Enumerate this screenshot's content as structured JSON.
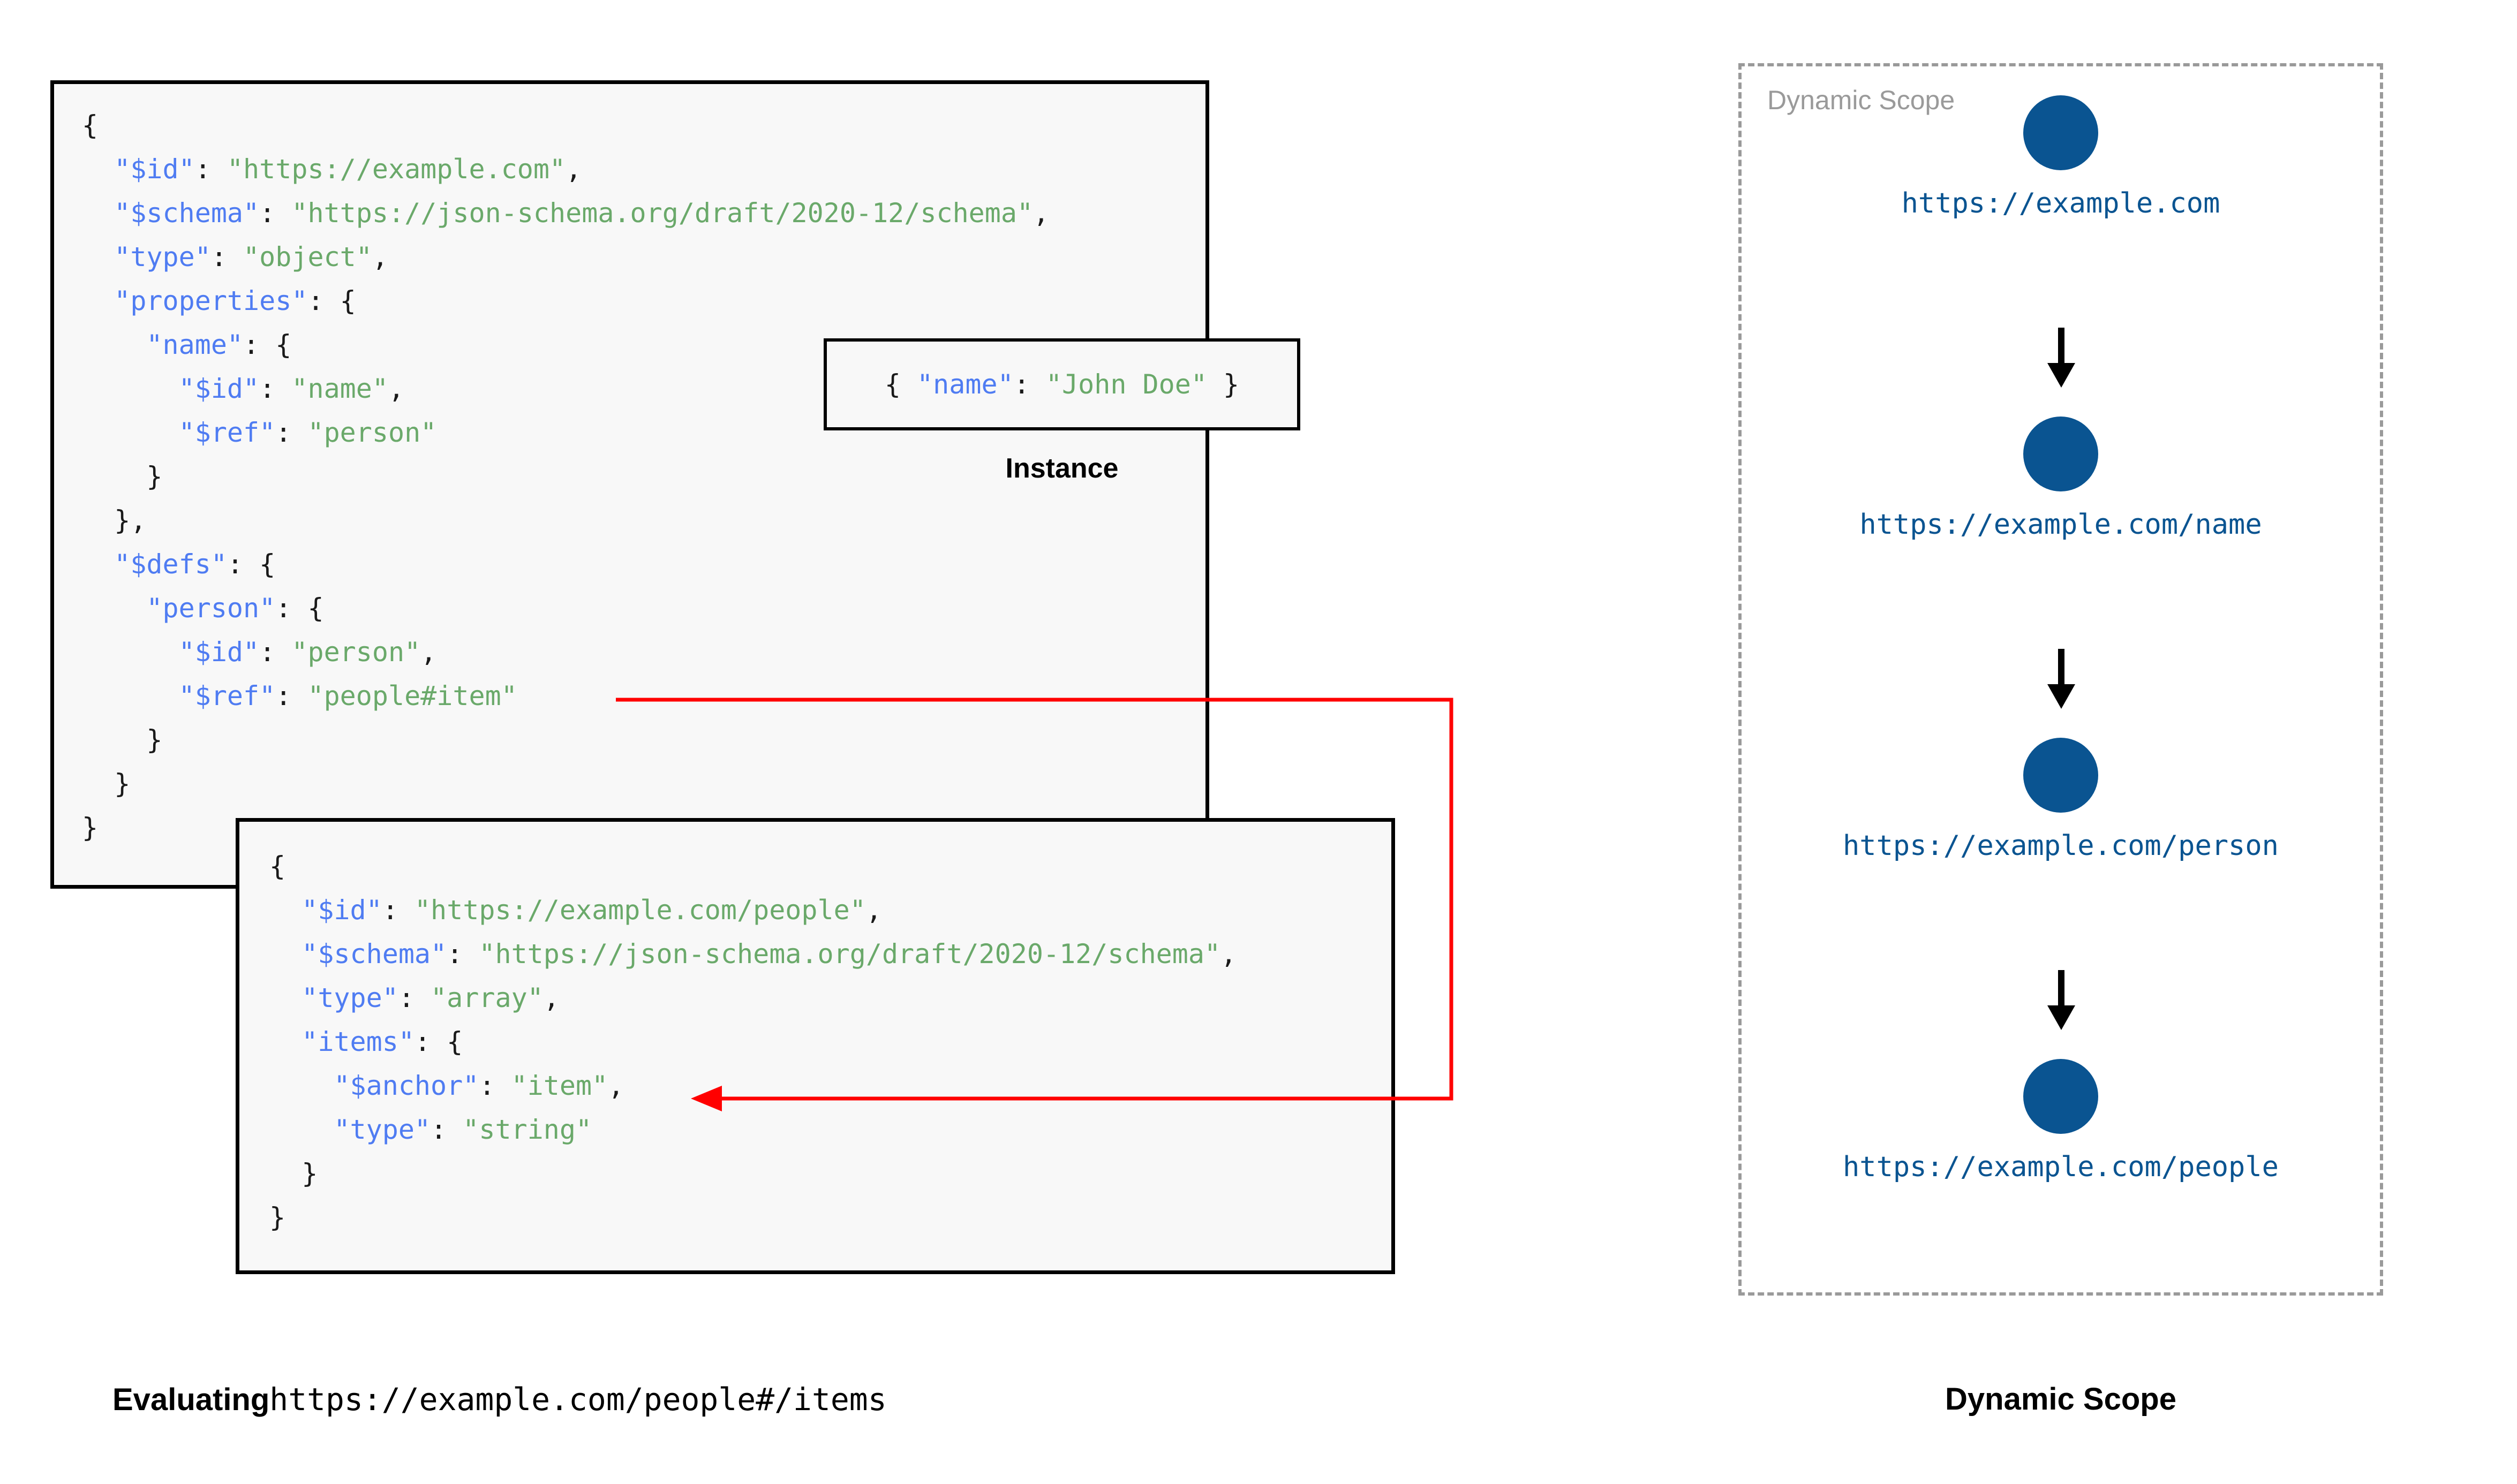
{
  "diagram": {
    "title": "JSON Schema dynamic scope evaluation"
  },
  "schema_box": {
    "name": "root-schema",
    "lines": [
      {
        "indent": 0,
        "tokens": [
          {
            "t": "p",
            "v": "{"
          }
        ]
      },
      {
        "indent": 1,
        "tokens": [
          {
            "t": "k",
            "v": "\"$id\""
          },
          {
            "t": "p",
            "v": ": "
          },
          {
            "t": "s",
            "v": "\"https://example.com\""
          },
          {
            "t": "p",
            "v": ","
          }
        ]
      },
      {
        "indent": 1,
        "tokens": [
          {
            "t": "k",
            "v": "\"$schema\""
          },
          {
            "t": "p",
            "v": ": "
          },
          {
            "t": "s",
            "v": "\"https://json-schema.org/draft/2020-12/schema\""
          },
          {
            "t": "p",
            "v": ","
          }
        ]
      },
      {
        "indent": 1,
        "tokens": [
          {
            "t": "k",
            "v": "\"type\""
          },
          {
            "t": "p",
            "v": ": "
          },
          {
            "t": "s",
            "v": "\"object\""
          },
          {
            "t": "p",
            "v": ","
          }
        ]
      },
      {
        "indent": 1,
        "tokens": [
          {
            "t": "k",
            "v": "\"properties\""
          },
          {
            "t": "p",
            "v": ": {"
          }
        ]
      },
      {
        "indent": 2,
        "tokens": [
          {
            "t": "k",
            "v": "\"name\""
          },
          {
            "t": "p",
            "v": ": {"
          }
        ]
      },
      {
        "indent": 3,
        "tokens": [
          {
            "t": "k",
            "v": "\"$id\""
          },
          {
            "t": "p",
            "v": ": "
          },
          {
            "t": "s",
            "v": "\"name\""
          },
          {
            "t": "p",
            "v": ","
          }
        ]
      },
      {
        "indent": 3,
        "tokens": [
          {
            "t": "k",
            "v": "\"$ref\""
          },
          {
            "t": "p",
            "v": ": "
          },
          {
            "t": "s",
            "v": "\"person\""
          }
        ]
      },
      {
        "indent": 2,
        "tokens": [
          {
            "t": "p",
            "v": "}"
          }
        ]
      },
      {
        "indent": 1,
        "tokens": [
          {
            "t": "p",
            "v": "},"
          }
        ]
      },
      {
        "indent": 1,
        "tokens": [
          {
            "t": "k",
            "v": "\"$defs\""
          },
          {
            "t": "p",
            "v": ": {"
          }
        ]
      },
      {
        "indent": 2,
        "tokens": [
          {
            "t": "k",
            "v": "\"person\""
          },
          {
            "t": "p",
            "v": ": {"
          }
        ]
      },
      {
        "indent": 3,
        "tokens": [
          {
            "t": "k",
            "v": "\"$id\""
          },
          {
            "t": "p",
            "v": ": "
          },
          {
            "t": "s",
            "v": "\"person\""
          },
          {
            "t": "p",
            "v": ","
          }
        ]
      },
      {
        "indent": 3,
        "tokens": [
          {
            "t": "k",
            "v": "\"$ref\""
          },
          {
            "t": "p",
            "v": ": "
          },
          {
            "t": "s",
            "v": "\"people#item\""
          }
        ]
      },
      {
        "indent": 2,
        "tokens": [
          {
            "t": "p",
            "v": "}"
          }
        ]
      },
      {
        "indent": 1,
        "tokens": [
          {
            "t": "p",
            "v": "}"
          }
        ]
      },
      {
        "indent": 0,
        "tokens": [
          {
            "t": "p",
            "v": "}"
          }
        ]
      }
    ]
  },
  "instance_box": {
    "label": "Instance",
    "lines": [
      {
        "indent": 0,
        "tokens": [
          {
            "t": "p",
            "v": "{ "
          },
          {
            "t": "k",
            "v": "\"name\""
          },
          {
            "t": "p",
            "v": ": "
          },
          {
            "t": "s",
            "v": "\"John Doe\""
          },
          {
            "t": "p",
            "v": " }"
          }
        ]
      }
    ]
  },
  "people_box": {
    "name": "people-schema",
    "lines": [
      {
        "indent": 0,
        "tokens": [
          {
            "t": "p",
            "v": "{"
          }
        ]
      },
      {
        "indent": 1,
        "tokens": [
          {
            "t": "k",
            "v": "\"$id\""
          },
          {
            "t": "p",
            "v": ": "
          },
          {
            "t": "s",
            "v": "\"https://example.com/people\""
          },
          {
            "t": "p",
            "v": ","
          }
        ]
      },
      {
        "indent": 1,
        "tokens": [
          {
            "t": "k",
            "v": "\"$schema\""
          },
          {
            "t": "p",
            "v": ": "
          },
          {
            "t": "s",
            "v": "\"https://json-schema.org/draft/2020-12/schema\""
          },
          {
            "t": "p",
            "v": ","
          }
        ]
      },
      {
        "indent": 1,
        "tokens": [
          {
            "t": "k",
            "v": "\"type\""
          },
          {
            "t": "p",
            "v": ": "
          },
          {
            "t": "s",
            "v": "\"array\""
          },
          {
            "t": "p",
            "v": ","
          }
        ]
      },
      {
        "indent": 1,
        "tokens": [
          {
            "t": "k",
            "v": "\"items\""
          },
          {
            "t": "p",
            "v": ": {"
          }
        ]
      },
      {
        "indent": 2,
        "tokens": [
          {
            "t": "k",
            "v": "\"$anchor\""
          },
          {
            "t": "p",
            "v": ": "
          },
          {
            "t": "s",
            "v": "\"item\""
          },
          {
            "t": "p",
            "v": ","
          }
        ]
      },
      {
        "indent": 2,
        "tokens": [
          {
            "t": "k",
            "v": "\"type\""
          },
          {
            "t": "p",
            "v": ": "
          },
          {
            "t": "s",
            "v": "\"string\""
          }
        ]
      },
      {
        "indent": 1,
        "tokens": [
          {
            "t": "p",
            "v": "}"
          }
        ]
      },
      {
        "indent": 0,
        "tokens": [
          {
            "t": "p",
            "v": "}"
          }
        ]
      }
    ]
  },
  "captions": {
    "left_bold": "Evaluating",
    "left_mono": "https://example.com/people#/items",
    "right": "Dynamic Scope"
  },
  "scope_panel": {
    "title": "Dynamic Scope",
    "nodes": [
      {
        "label": "https://example.com"
      },
      {
        "label": "https://example.com/name"
      },
      {
        "label": "https://example.com/person"
      },
      {
        "label": "https://example.com/people"
      }
    ]
  },
  "colors": {
    "node": "#0a5491",
    "url_text": "#0a5491",
    "json_key": "#4f7cf2",
    "json_string": "#6aa96a",
    "ref_arrow": "#ff0000",
    "box_border": "#000000",
    "box_background": "#f8f8f8",
    "scope_border": "#9a9a9a",
    "scope_title": "#9a9a9a"
  }
}
